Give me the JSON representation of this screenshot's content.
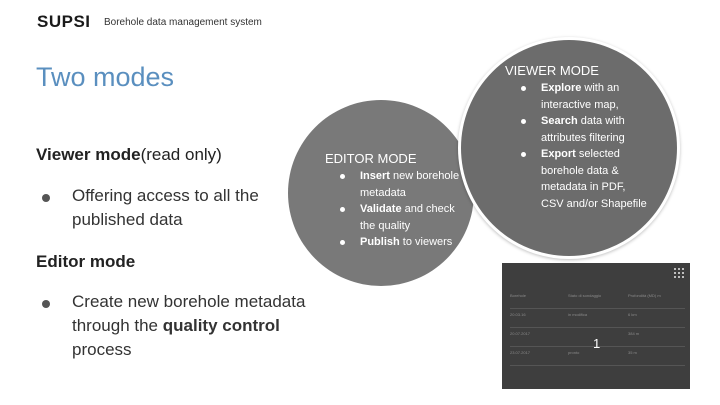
{
  "header": {
    "logo": "SUPSI",
    "subtitle": "Borehole data management system"
  },
  "page": {
    "title": "Two modes"
  },
  "left": {
    "viewer_heading_bold": "Viewer mode",
    "viewer_heading_rest": "(read only)",
    "viewer_bullet": "Offering access to all the published data",
    "editor_heading": "Editor mode",
    "editor_bullet_prefix": "Create new borehole metadata through the ",
    "editor_bullet_bold": "quality control",
    "editor_bullet_suffix": " process"
  },
  "editor_circle": {
    "title": "EDITOR MODE",
    "items": [
      {
        "bold": "Insert",
        "rest": " new borehole metadata"
      },
      {
        "bold": "Validate",
        "rest": " and check the quality"
      },
      {
        "bold": "Publish",
        "rest": " to viewers"
      }
    ]
  },
  "viewer_circle": {
    "title": "VIEWER MODE",
    "items": [
      {
        "bold": "Explore",
        "rest": " with an interactive map,"
      },
      {
        "bold": "Search",
        "rest": " data with attributes filtering"
      },
      {
        "bold": "Export",
        "rest": " selected borehole data & metadata in PDF, CSV and/or Shapefile"
      }
    ]
  },
  "thumbnail": {
    "badge": "1",
    "icon": "grid-icon",
    "rows": [
      [
        "Borehole",
        "Stato di sondaggio",
        "Profondità (MD) m"
      ],
      [
        "20.03.16",
        "in modifica",
        "6 km"
      ],
      [
        "20.07.2017",
        "",
        "384 m"
      ],
      [
        "23.07.2017",
        "pronto",
        "35 m"
      ]
    ]
  },
  "colors": {
    "title": "#5a8fbf",
    "editor_circle": "#797979",
    "viewer_circle": "#6c6c6c",
    "thumbnail": "#3e3e3e"
  }
}
